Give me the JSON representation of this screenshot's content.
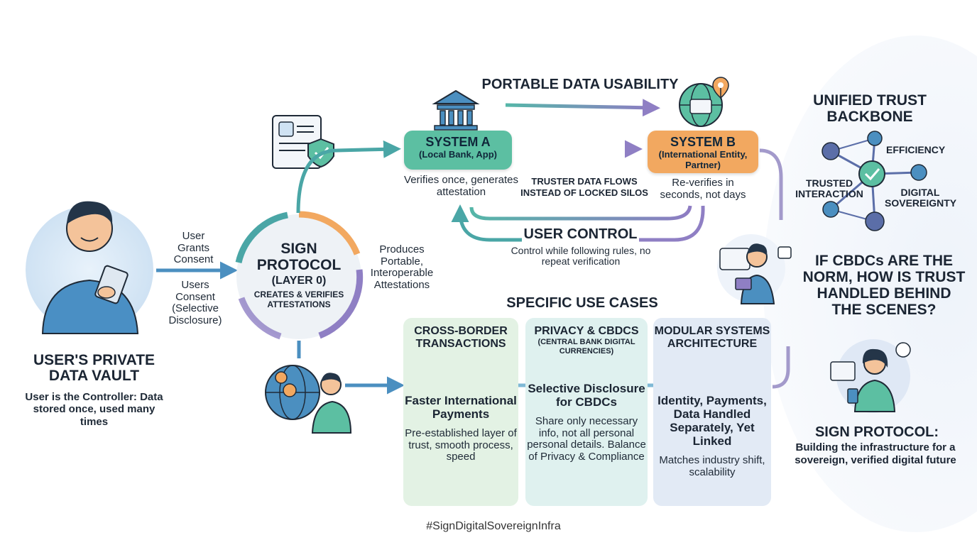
{
  "vault": {
    "title": "USER'S PRIVATE DATA VAULT",
    "subtitle": "User is the Controller: Data stored once, used many times"
  },
  "consent": {
    "grants": "User Grants Consent",
    "selective": "Users Consent (Selective Disclosure)"
  },
  "sign_protocol": {
    "title": "SIGN PROTOCOL",
    "layer": "(LAYER 0)",
    "desc": "CREATES & VERIFIES ATTESTATIONS",
    "produces": "Produces Portable, Interoperable Attestations"
  },
  "portable": {
    "title": "PORTABLE DATA USABILITY"
  },
  "system_a": {
    "title": "SYSTEM A",
    "sub": "(Local Bank, App)",
    "note": "Verifies once, generates attestation"
  },
  "system_b": {
    "title": "SYSTEM B",
    "sub": "(International Entity, Partner)",
    "note": "Re-verifies in seconds, not days"
  },
  "flow": {
    "text": "TRUSTER DATA FLOWS INSTEAD OF LOCKED SILOS"
  },
  "user_control": {
    "title": "USER CONTROL",
    "desc": "Control while following rules, no repeat verification"
  },
  "use_cases": {
    "title": "SPECIFIC USE CASES",
    "cards": [
      {
        "title": "CROSS-BORDER TRANSACTIONS",
        "subtitle": "",
        "head": "Faster International Payments",
        "body": "Pre-established layer of trust, smooth process, speed",
        "color": "#e3f2e4"
      },
      {
        "title": "PRIVACY & CBDCS",
        "subtitle": "(CENTRAL BANK DIGITAL CURRENCIES)",
        "head": "Selective Disclosure for CBDCs",
        "body": "Share only necessary info, not all personal personal details. Balance of Privacy & Compliance",
        "color": "#dff1ef"
      },
      {
        "title": "MODULAR SYSTEMS ARCHITECTURE",
        "subtitle": "",
        "head": "Identity, Payments, Data Handled Separately, Yet Linked",
        "body": "Matches industry shift, scalability",
        "color": "#e2eaf5"
      }
    ]
  },
  "trust": {
    "title": "UNIFIED TRUST BACKBONE",
    "efficiency": "EFFICIENCY",
    "trusted": "TRUSTED INTERACTION",
    "sovereignty": "DIGITAL SOVEREIGNTY",
    "question": "IF CBDCs ARE THE NORM, HOW IS TRUST HANDLED BEHIND THE SCENES?"
  },
  "closing": {
    "title": "SIGN PROTOCOL:",
    "desc": "Building the infrastructure for a sovereign, verified digital future"
  },
  "hashtag": "#SignDigitalSovereignInfra",
  "colors": {
    "system_a": "#5cbfa2",
    "system_b": "#f2a860",
    "arrow_teal": "#4aa6a6",
    "arrow_purple": "#8f7fc4"
  }
}
